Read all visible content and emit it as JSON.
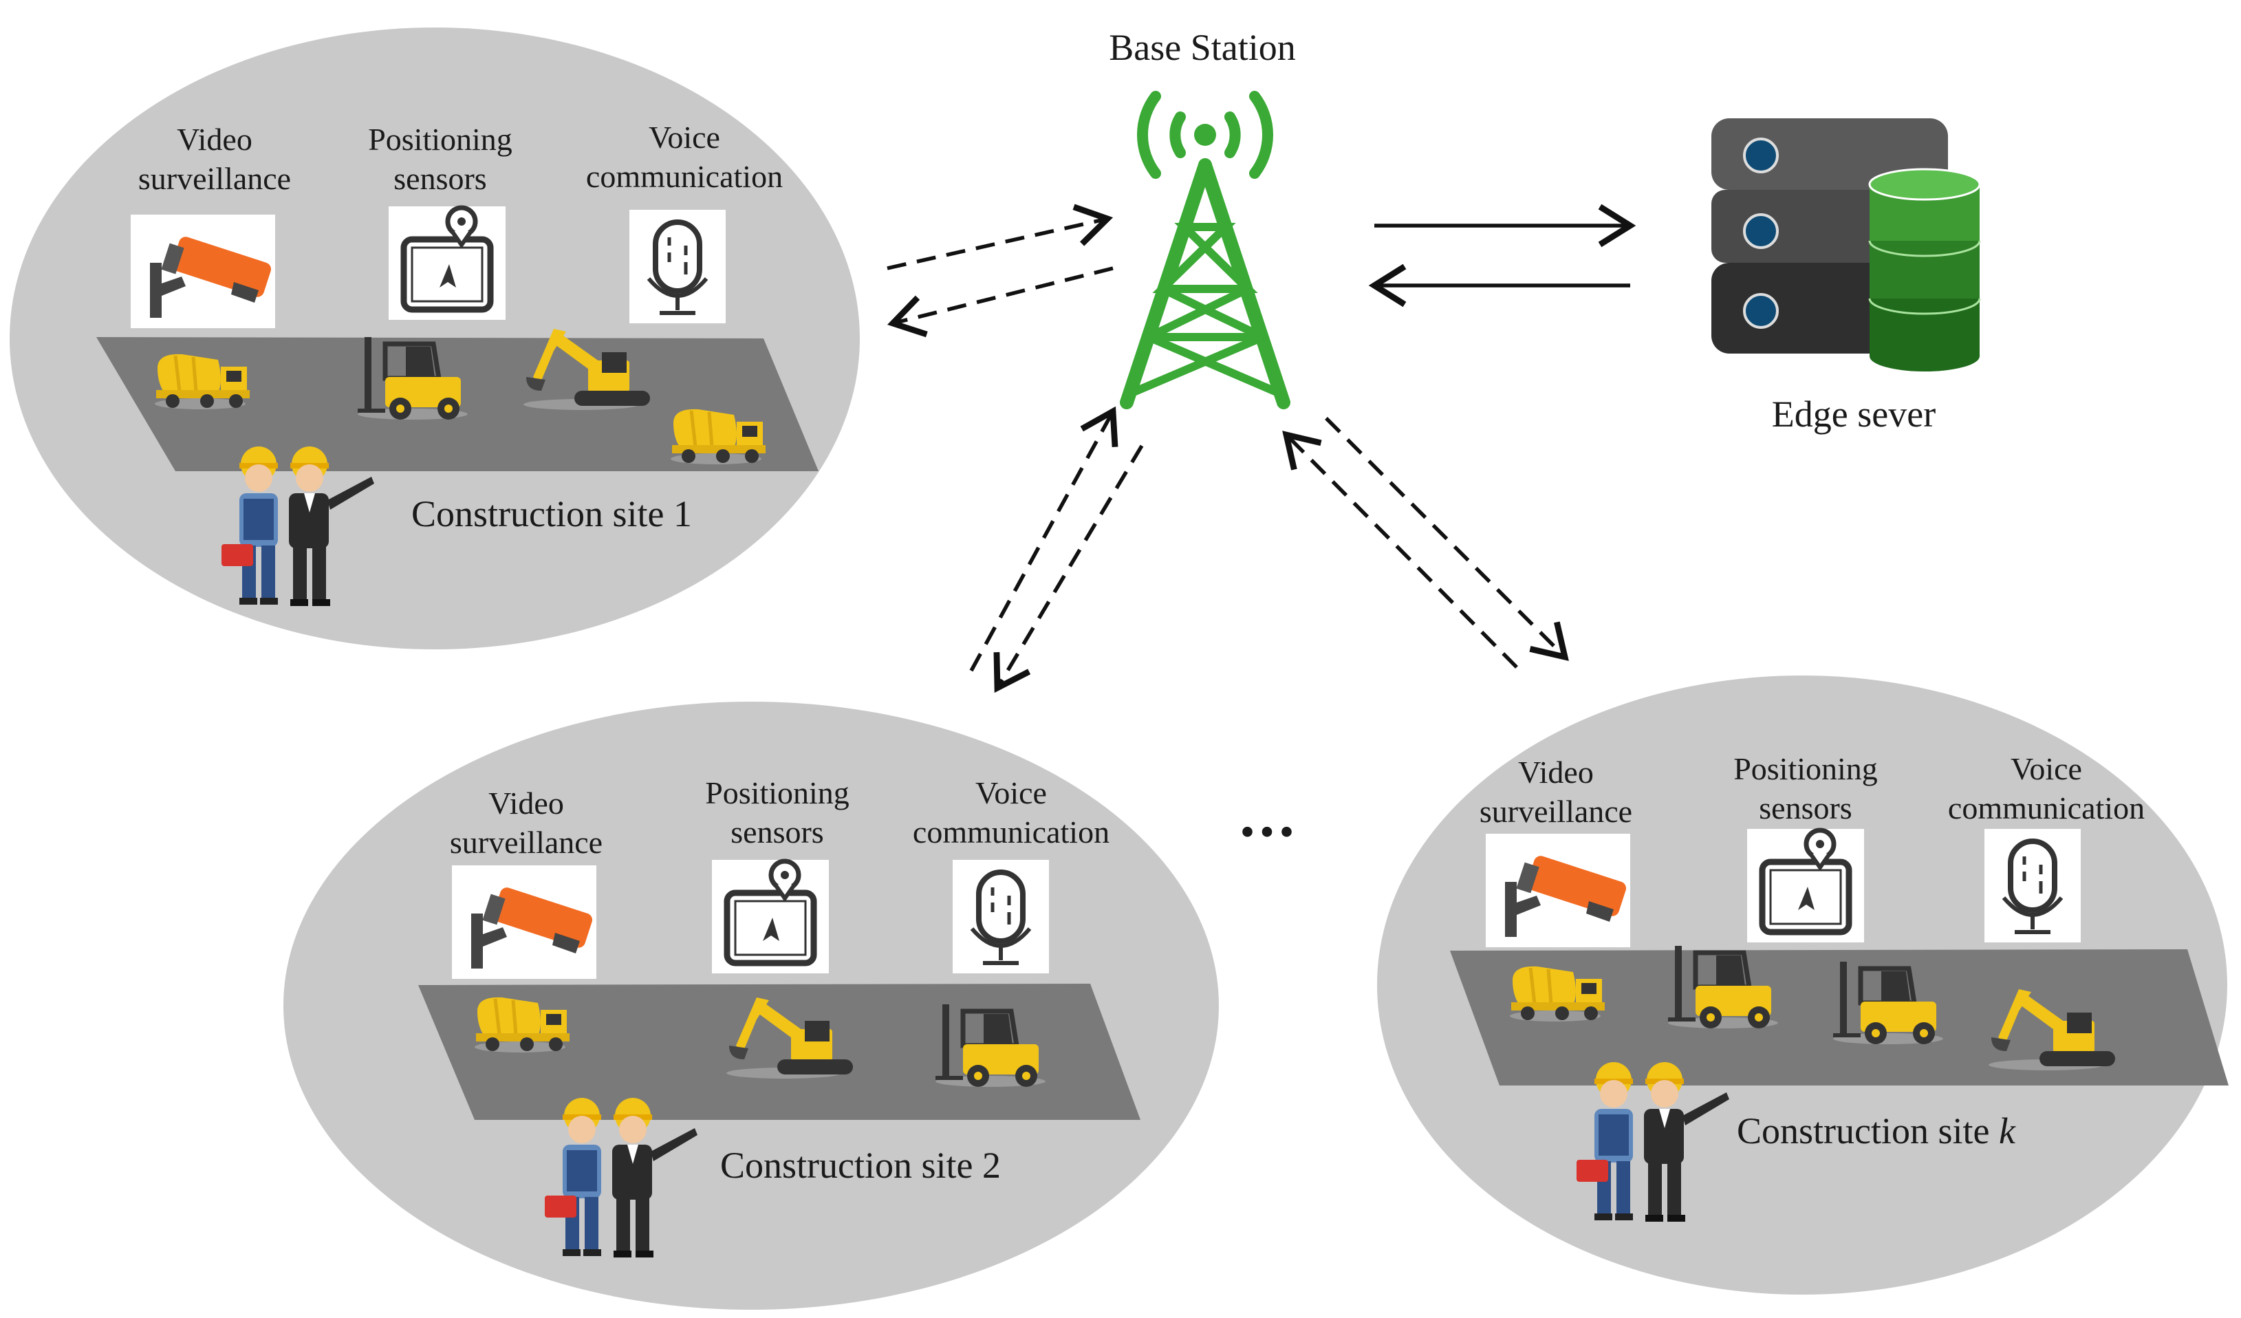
{
  "base_station": {
    "label": "Base Station"
  },
  "edge_server": {
    "label": "Edge sever"
  },
  "ellipsis": "...",
  "sites": [
    {
      "name_prefix": "Construction site ",
      "name_suffix": "1",
      "devices": [
        {
          "line1": "Video",
          "line2": "surveillance",
          "icon": "surveillance-camera-icon"
        },
        {
          "line1": "Positioning",
          "line2": "sensors",
          "icon": "location-tablet-icon"
        },
        {
          "line1": "Voice",
          "line2": "communication",
          "icon": "microphone-icon"
        }
      ]
    },
    {
      "name_prefix": "Construction site ",
      "name_suffix": "2",
      "devices": [
        {
          "line1": "Video",
          "line2": "surveillance",
          "icon": "surveillance-camera-icon"
        },
        {
          "line1": "Positioning",
          "line2": "sensors",
          "icon": "location-tablet-icon"
        },
        {
          "line1": "Voice",
          "line2": "communication",
          "icon": "microphone-icon"
        }
      ]
    },
    {
      "name_prefix": "Construction site ",
      "name_suffix": "k",
      "devices": [
        {
          "line1": "Video",
          "line2": "surveillance",
          "icon": "surveillance-camera-icon"
        },
        {
          "line1": "Positioning",
          "line2": "sensors",
          "icon": "location-tablet-icon"
        },
        {
          "line1": "Voice",
          "line2": "communication",
          "icon": "microphone-icon"
        }
      ]
    }
  ],
  "colors": {
    "ellipse": "#c9c9c9",
    "ground": "#7a7a7a",
    "tower": "#3aa935",
    "machine": "#f2c417",
    "camera": "#f26b22",
    "server_dark": "#3a3a3a",
    "server_light": "#5a5a5a",
    "db_green": "#2e8b22"
  }
}
